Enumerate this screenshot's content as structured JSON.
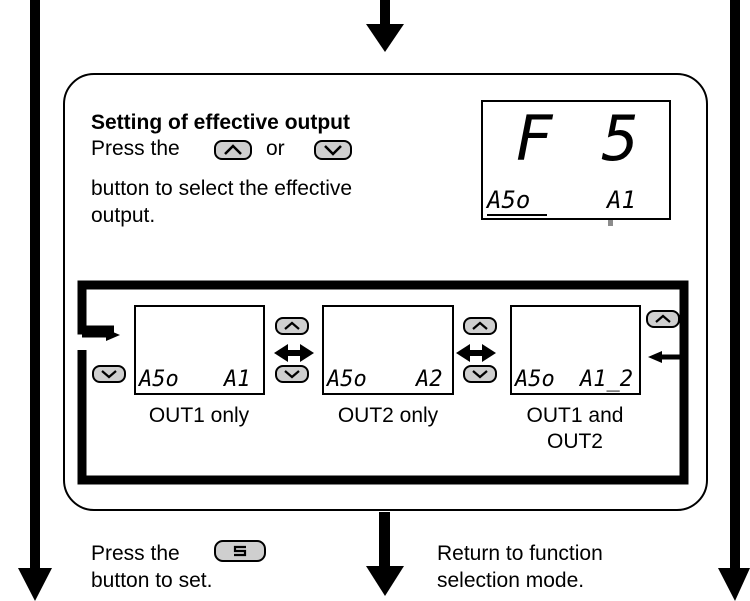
{
  "title": "Setting of effective output",
  "instruction": {
    "press_the": "Press the",
    "or": "or",
    "line2": "button to select the effective",
    "line3": "output."
  },
  "main_display": {
    "top_text": "F 5",
    "param": "A5o",
    "value": "A1"
  },
  "options": [
    {
      "param": "A5o",
      "value": "A1",
      "caption": "OUT1 only"
    },
    {
      "param": "A5o",
      "value": "A2",
      "caption": "OUT2 only"
    },
    {
      "param": "A5o",
      "value": "A1_2",
      "caption": "OUT1 and",
      "caption2": "OUT2"
    }
  ],
  "bottom": {
    "press_the": "Press the",
    "press_line2": "button to set.",
    "return_line1": "Return to function",
    "return_line2": "selection mode."
  },
  "icons": {
    "up": "up-chevron",
    "down": "down-chevron",
    "set": "s-key"
  },
  "colors": {
    "button_fill": "#cfcfcf",
    "blink_marks": "#8c8c8c"
  }
}
